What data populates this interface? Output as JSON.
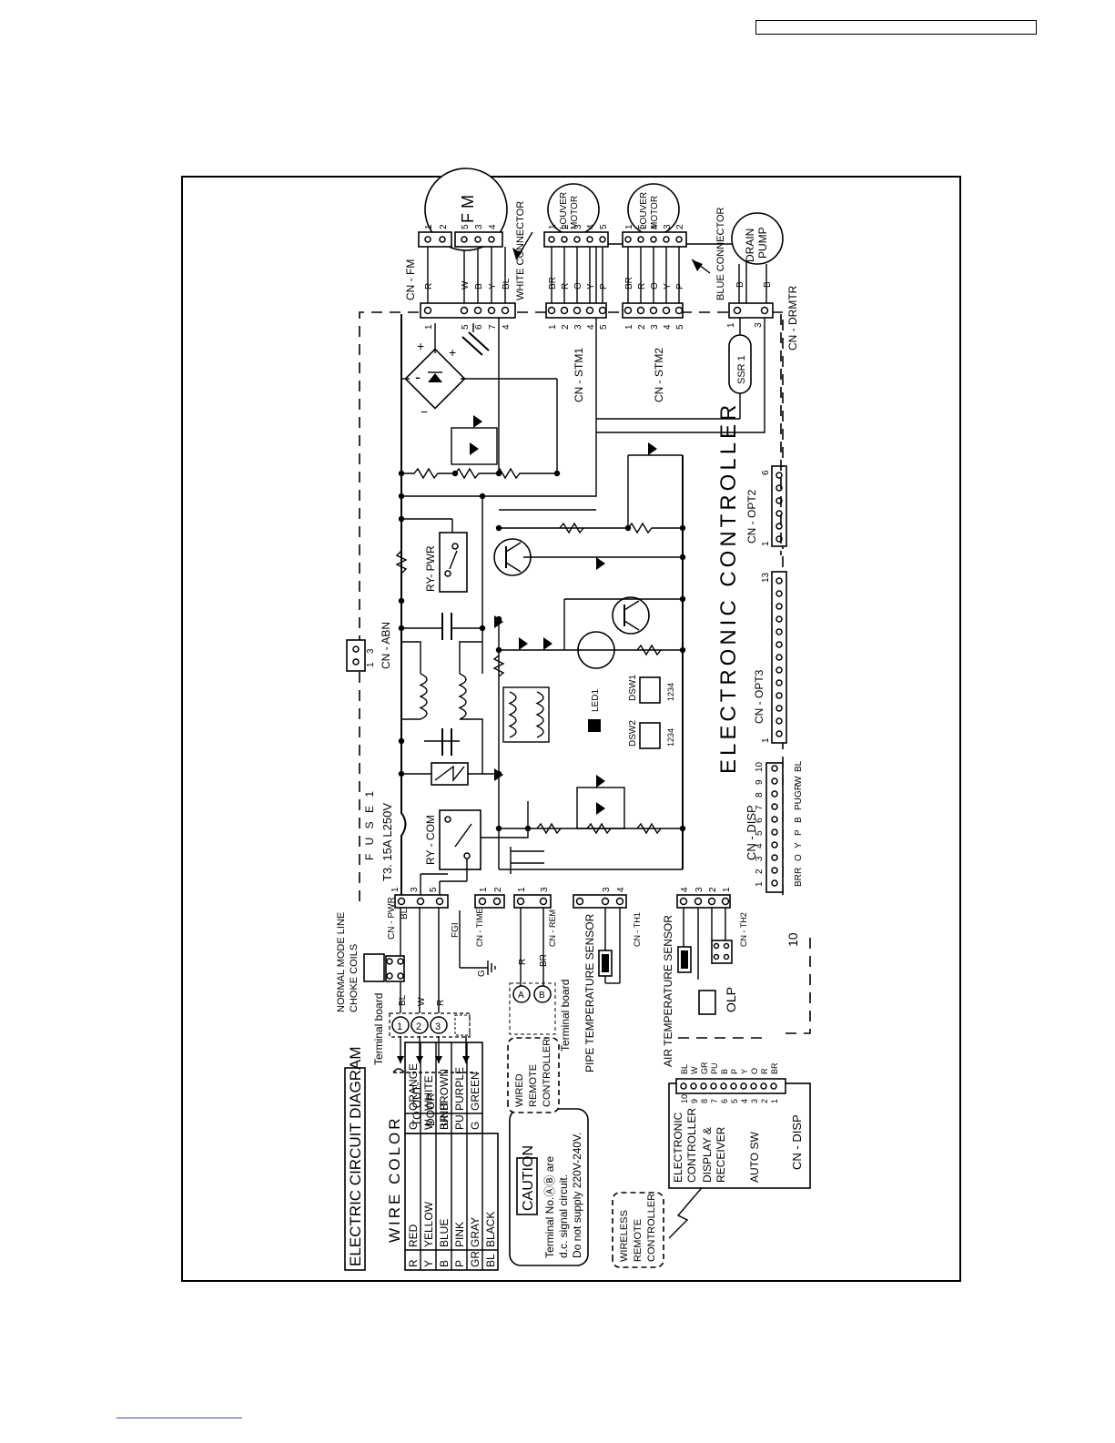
{
  "page": {
    "header_box_text": "",
    "diagram_title": "ELECTRIC CIRCUIT DIAGRAM"
  },
  "wire_color": {
    "title": "WIRE COLOR",
    "rows": [
      {
        "code": "R",
        "name": "RED",
        "code2": "O",
        "name2": "ORANGE"
      },
      {
        "code": "Y",
        "name": "YELLOW",
        "code2": "W",
        "name2": "WHITE"
      },
      {
        "code": "B",
        "name": "BLUE",
        "code2": "BR",
        "name2": "BROWN"
      },
      {
        "code": "P",
        "name": "PINK",
        "code2": "PU",
        "name2": "PURPLE"
      },
      {
        "code": "GR",
        "name": "GRAY",
        "code2": "G",
        "name2": "GREEN"
      },
      {
        "code": "BL",
        "name": "BLACK",
        "code2": "",
        "name2": ""
      }
    ]
  },
  "caution": {
    "title": "CAUTION",
    "line1": "Terminal No.ⒶⒷ are",
    "line2": "d.c. signal circuit.",
    "line3": "Do not supply 220V-240V."
  },
  "labels": {
    "to_outdoor": "TO OUT-\nDOOR\nUNIT",
    "terminal_board_1": "Terminal board",
    "terminal_board_2": "Terminal board",
    "choke": "NORMAL MODE LINE\nCHOKE COILS",
    "wired_remote": "WIRED\nREMOTE\nCONTROLLER",
    "wireless_remote": "WIRELESS\nREMOTE\nCONTROLLER",
    "pipe_sensor": "PIPE TEMPERATURE SENSOR",
    "air_sensor": "AIR TEMPERATURE SENSOR",
    "olp": "OLP",
    "ten": "10",
    "fuse": "F U S E 1",
    "fuse_rating": "T3. 15A L250V",
    "ry_com": "RY - COM",
    "ry_pwr": "RY- PWR",
    "cn_abn": "CN - ABN",
    "cn_fm": "CN - FM",
    "fm": "F M",
    "white_connector": "WHITE CONNECTOR",
    "blue_connector": "BLUE CONNECTOR",
    "louver_motor": "LOUVER\nMOTOR",
    "drain_pump": "DRAIN\nPUMP",
    "cn_stm1": "CN - STM1",
    "cn_stm2": "CN - STM2",
    "ssr1": "SSR 1",
    "cn_drmtr": "CN - DRMTR",
    "cn_opt2": "CN - OPT2",
    "cn_opt3": "CN - OPT3",
    "electronic_controller": "ELECTRONIC CONTROLLER",
    "cn_disp": "CN - DISP",
    "led1": "LED1",
    "dsw1": "DSW1",
    "dsw2": "DSW2",
    "dsw_nums": "1234",
    "cn_pwr": "CN - PWR",
    "cn_timer": "CN - TIMER",
    "cn_rem": "CN - REM",
    "cn_th1": "CN - TH1",
    "cn_th2": "CN - TH2",
    "fgi": "FGI",
    "display_box": "ELECTRONIC\nCONTROLLER\nDISPLAY &\nRECEIVER",
    "auto_sw": "AUTO SW",
    "cn_disp_box": "CN - DISP",
    "g": "G",
    "r": "R",
    "br": "BR"
  },
  "disp_wires": [
    "BR",
    "R",
    "O",
    "Y",
    "P",
    "B",
    "PU",
    "GR",
    "W",
    "BL"
  ],
  "fm_wires": [
    "R",
    "W",
    "B",
    "Y",
    "BL"
  ],
  "stm_wires": [
    "BR",
    "R",
    "O",
    "Y",
    "P"
  ]
}
